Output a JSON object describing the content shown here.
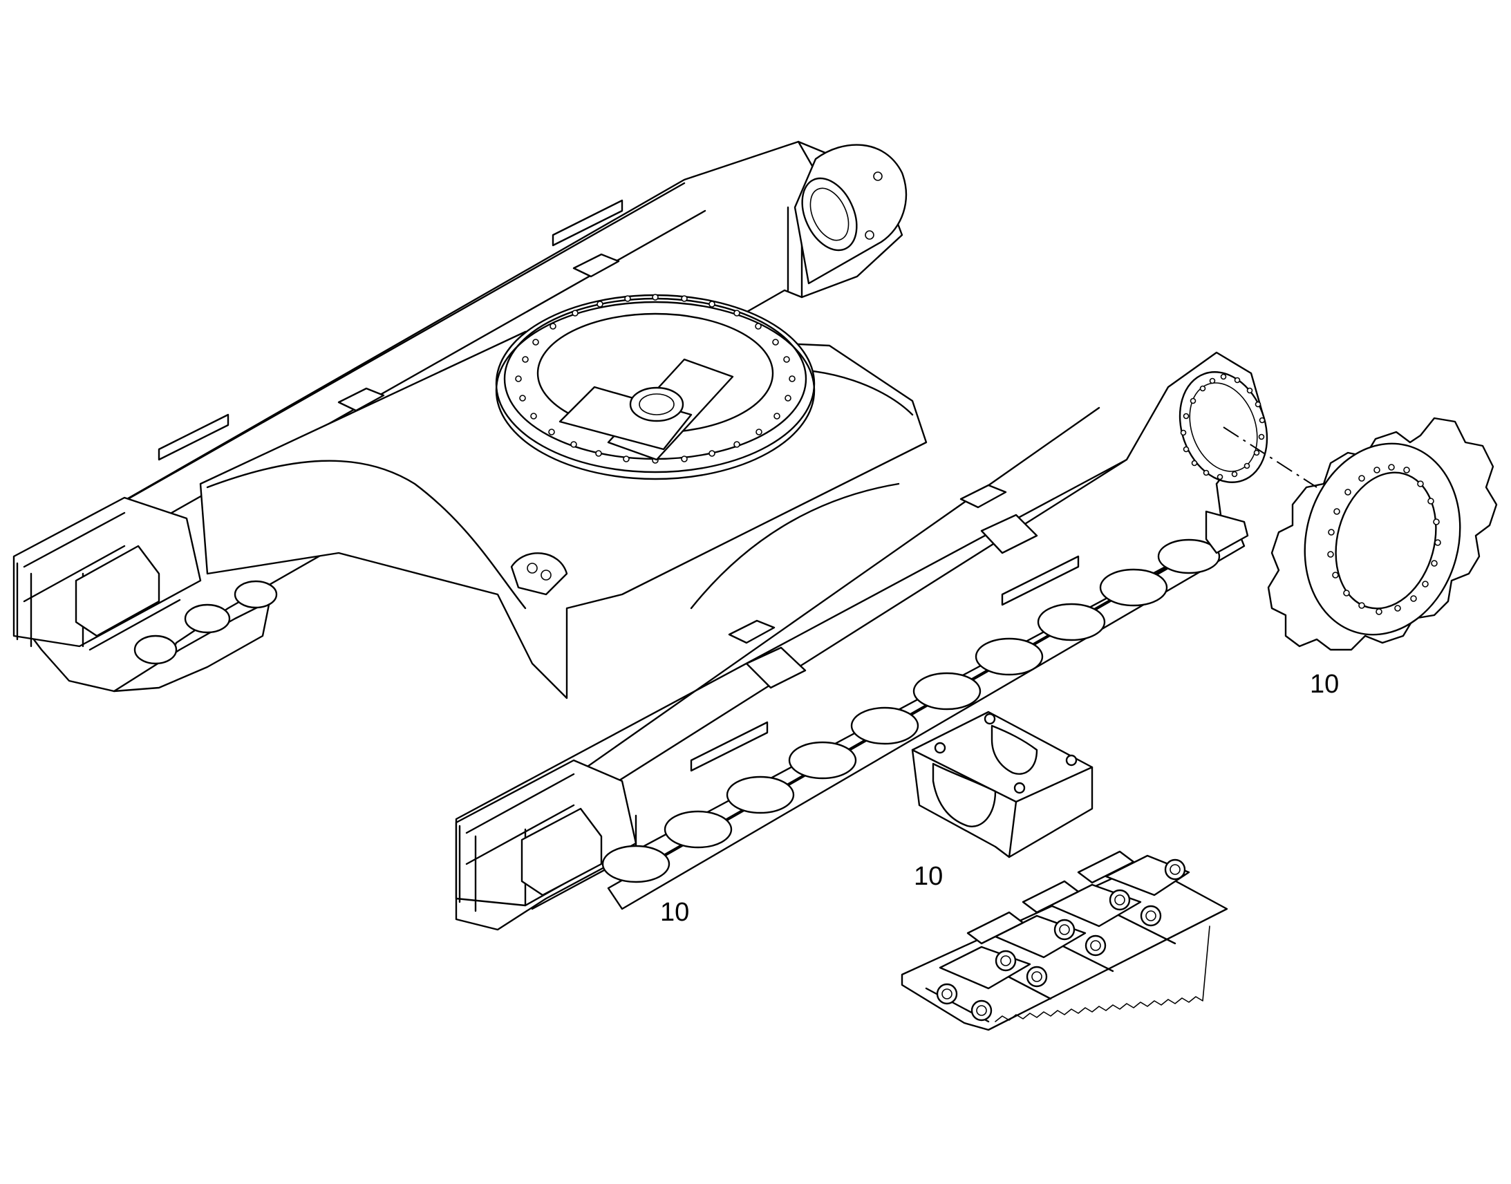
{
  "diagram": {
    "parts": [
      {
        "id": "undercarriage-frame",
        "callout": ""
      },
      {
        "id": "track-rollers",
        "callout": "10"
      },
      {
        "id": "carrier-roller-guard",
        "callout": "10"
      },
      {
        "id": "drive-sprocket",
        "callout": "10"
      },
      {
        "id": "track-chain",
        "callout": ""
      }
    ]
  }
}
